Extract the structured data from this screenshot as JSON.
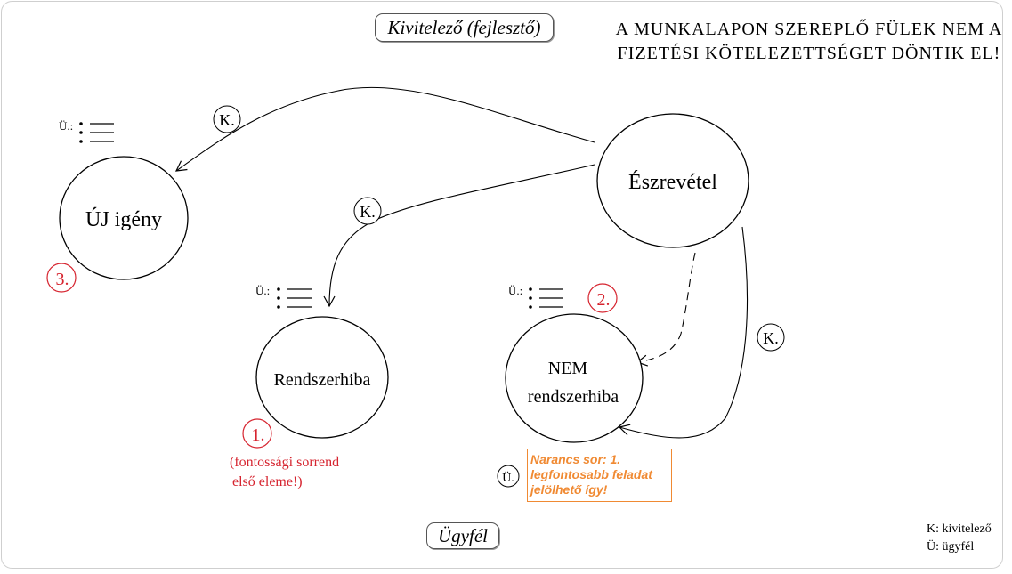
{
  "header": {
    "developer_label": "Kivitelező (fejlesztő)",
    "warning_line1": "A MUNKALAPON SZEREPLŐ FÜLEK NEM A",
    "warning_line2": "FIZETÉSI KÖTELEZETTSÉGET DÖNTIK EL!"
  },
  "nodes": {
    "observation": "Észrevétel",
    "new_request": "ÚJ igény",
    "system_error": "Rendszerhiba",
    "not_system_error_line1": "NEM",
    "not_system_error_line2": "rendszerhiba"
  },
  "edge_labels": {
    "k_top": "K.",
    "k_middle": "K.",
    "k_right": "K."
  },
  "client_marker": "Ü.:",
  "client_circle": "Ü.",
  "priorities": {
    "new_request": "3.",
    "system_error": "1.",
    "not_system_error": "2."
  },
  "priority_note_line1": "(fontossági sorrend",
  "priority_note_line2": "első eleme!)",
  "orange_note": "Narancs sor: 1. legfontosabb feladat jelölhető így!",
  "client_label": "Ügyfél",
  "legend": {
    "k": "K: kivitelező",
    "u": "Ü: ügyfél"
  },
  "colors": {
    "priority_red": "#d6242f",
    "note_orange": "#f08a33"
  }
}
